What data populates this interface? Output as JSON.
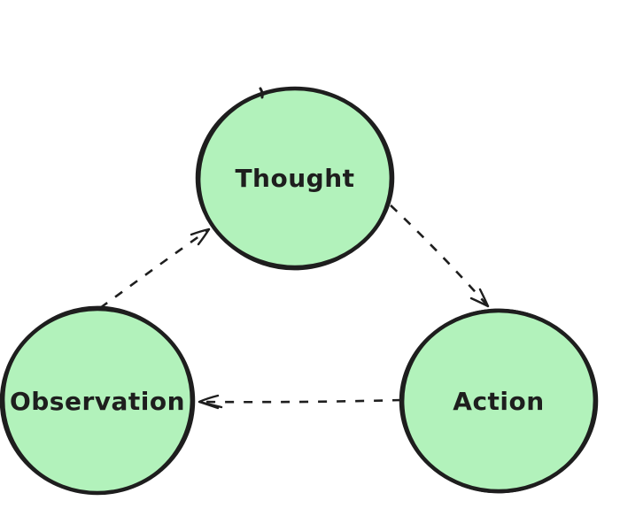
{
  "page": {
    "background": "#ffffff"
  },
  "diagram": {
    "type": "cycle-diagram",
    "node_fill": "#b2f2bb",
    "node_stroke": "#1e1e1e",
    "arrow_color": "#1e1e1e",
    "arrow_style": "dashed",
    "nodes": [
      {
        "id": "thought",
        "label": "Thought"
      },
      {
        "id": "observation",
        "label": "Observation"
      },
      {
        "id": "action",
        "label": "Action"
      }
    ],
    "edges": [
      {
        "from": "Thought",
        "to": "Action",
        "style": "dashed-arrow"
      },
      {
        "from": "Action",
        "to": "Observation",
        "style": "dashed-arrow"
      },
      {
        "from": "Observation",
        "to": "Thought",
        "style": "dashed-arrow"
      }
    ]
  }
}
